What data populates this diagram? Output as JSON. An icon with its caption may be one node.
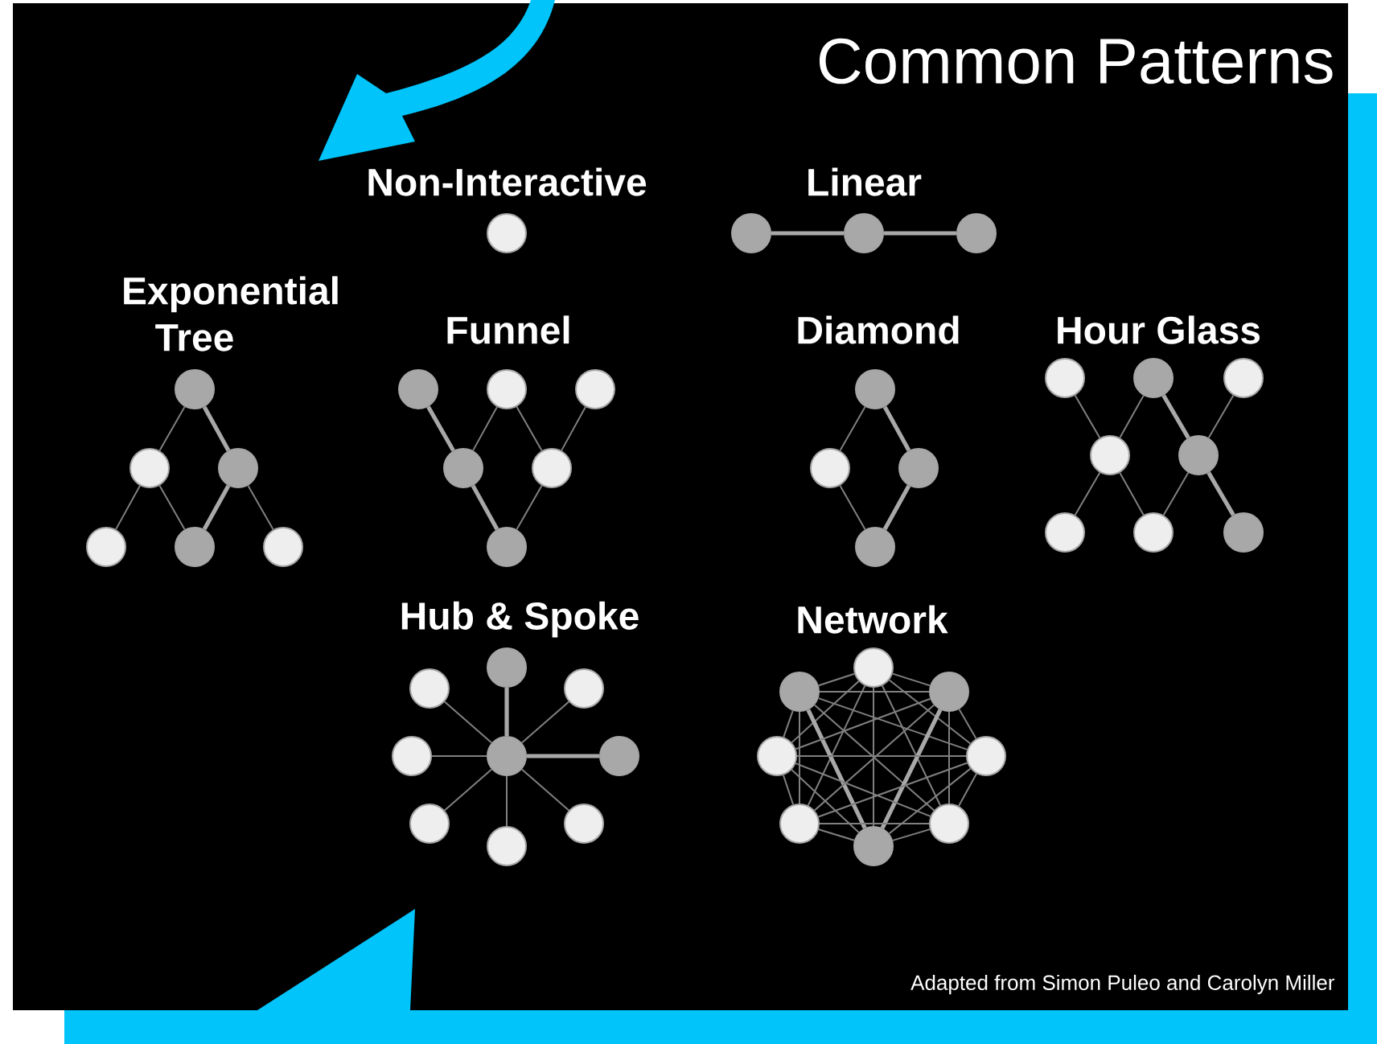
{
  "diagram": {
    "title": "Common Patterns",
    "caption": "Adapted from Simon Puleo and Carolyn Miller",
    "nodes": [
      {
        "text": [],
        "shape": "circle"
      },
      {
        "text": [],
        "shape": "circle"
      },
      {
        "text": [],
        "shape": "circle"
      },
      {
        "text": [],
        "shape": "circle"
      },
      {
        "text": [],
        "shape": "circle"
      },
      {
        "text": [],
        "shape": "circle"
      },
      {
        "text": [],
        "shape": "circle"
      },
      {
        "text": [],
        "shape": "circle"
      },
      {
        "text": [],
        "shape": "circle"
      },
      {
        "text": [],
        "shape": "circle"
      },
      {
        "text": [],
        "shape": "circle"
      },
      {
        "text": [],
        "shape": "circle"
      },
      {
        "text": [],
        "shape": "circle"
      },
      {
        "text": [],
        "shape": "circle"
      },
      {
        "text": [],
        "shape": "circle"
      },
      {
        "text": [],
        "shape": "circle"
      },
      {
        "text": [],
        "shape": "circle"
      },
      {
        "text": [],
        "shape": "circle"
      },
      {
        "text": [],
        "shape": "circle"
      },
      {
        "text": [],
        "shape": "circle"
      },
      {
        "text": [],
        "shape": "circle"
      },
      {
        "text": [],
        "shape": "circle"
      },
      {
        "text": [],
        "shape": "circle"
      },
      {
        "text": [],
        "shape": "circle"
      },
      {
        "text": [],
        "shape": "circle"
      },
      {
        "text": [],
        "shape": "circle"
      },
      {
        "text": [],
        "shape": "circle"
      },
      {
        "text": [],
        "shape": "circle"
      },
      {
        "text": [],
        "shape": "circle"
      },
      {
        "text": [],
        "shape": "circle"
      },
      {
        "text": [],
        "shape": "circle"
      },
      {
        "text": [],
        "shape": "circle"
      },
      {
        "text": [],
        "shape": "circle"
      },
      {
        "text": [],
        "shape": "circle"
      },
      {
        "text": [],
        "shape": "circle"
      },
      {
        "text": [],
        "shape": "circle"
      },
      {
        "text": [],
        "shape": "circle"
      },
      {
        "text": [],
        "shape": "circle"
      },
      {
        "text": [],
        "shape": "circle"
      },
      {
        "text": [],
        "shape": "circle"
      },
      {
        "text": [],
        "shape": "circle"
      },
      {
        "text": [],
        "shape": "circle"
      },
      {
        "text": [],
        "shape": "circle"
      },
      {
        "text": [],
        "shape": "circle"
      },
      {
        "text": [],
        "shape": "circle"
      }
    ],
    "edges": [
      {
        "from": 1,
        "to": 2,
        "arrow": "none",
        "style": "thick"
      },
      {
        "from": 2,
        "to": 3,
        "arrow": "none",
        "style": "thick"
      },
      {
        "from": 4,
        "to": 5,
        "arrow": "none"
      },
      {
        "from": 4,
        "to": 6,
        "arrow": "none",
        "style": "thick"
      },
      {
        "from": 5,
        "to": 7,
        "arrow": "none"
      },
      {
        "from": 5,
        "to": 8,
        "arrow": "none"
      },
      {
        "from": 6,
        "to": 8,
        "arrow": "none",
        "style": "thick"
      },
      {
        "from": 6,
        "to": 9,
        "arrow": "none"
      },
      {
        "from": 10,
        "to": 13,
        "arrow": "none",
        "style": "thick"
      },
      {
        "from": 11,
        "to": 13,
        "arrow": "none"
      },
      {
        "from": 11,
        "to": 14,
        "arrow": "none"
      },
      {
        "from": 12,
        "to": 14,
        "arrow": "none"
      },
      {
        "from": 13,
        "to": 15,
        "arrow": "none",
        "style": "thick"
      },
      {
        "from": 14,
        "to": 15,
        "arrow": "none"
      },
      {
        "from": 16,
        "to": 17,
        "arrow": "none"
      },
      {
        "from": 16,
        "to": 18,
        "arrow": "none",
        "style": "thick"
      },
      {
        "from": 17,
        "to": 19,
        "arrow": "none"
      },
      {
        "from": 18,
        "to": 19,
        "arrow": "none",
        "style": "thick"
      },
      {
        "from": 20,
        "to": 23,
        "arrow": "none"
      },
      {
        "from": 21,
        "to": 23,
        "arrow": "none"
      },
      {
        "from": 21,
        "to": 24,
        "arrow": "none",
        "style": "thick"
      },
      {
        "from": 22,
        "to": 24,
        "arrow": "none"
      },
      {
        "from": 23,
        "to": 25,
        "arrow": "none"
      },
      {
        "from": 23,
        "to": 26,
        "arrow": "none"
      },
      {
        "from": 24,
        "to": 26,
        "arrow": "none"
      },
      {
        "from": 24,
        "to": 27,
        "arrow": "none",
        "style": "thick"
      },
      {
        "from": 32,
        "to": 28,
        "arrow": "none",
        "style": "thick"
      },
      {
        "from": 32,
        "to": 29,
        "arrow": "none"
      },
      {
        "from": 32,
        "to": 30,
        "arrow": "none"
      },
      {
        "from": 32,
        "to": 31,
        "arrow": "none"
      },
      {
        "from": 32,
        "to": 33,
        "arrow": "none",
        "style": "thick"
      },
      {
        "from": 32,
        "to": 34,
        "arrow": "none"
      },
      {
        "from": 32,
        "to": 35,
        "arrow": "none"
      },
      {
        "from": 32,
        "to": 36,
        "arrow": "none"
      },
      {
        "from": 37,
        "to": 38,
        "arrow": "none"
      },
      {
        "from": 37,
        "to": 39,
        "arrow": "none"
      },
      {
        "from": 37,
        "to": 40,
        "arrow": "none"
      },
      {
        "from": 37,
        "to": 41,
        "arrow": "none"
      },
      {
        "from": 37,
        "to": 42,
        "arrow": "none"
      },
      {
        "from": 37,
        "to": 43,
        "arrow": "none"
      },
      {
        "from": 37,
        "to": 44,
        "arrow": "none"
      },
      {
        "from": 38,
        "to": 39,
        "arrow": "none"
      },
      {
        "from": 38,
        "to": 40,
        "arrow": "none"
      },
      {
        "from": 38,
        "to": 41,
        "arrow": "none"
      },
      {
        "from": 38,
        "to": 42,
        "arrow": "none"
      },
      {
        "from": 38,
        "to": 43,
        "arrow": "none"
      },
      {
        "from": 38,
        "to": 44,
        "arrow": "none",
        "style": "thick"
      },
      {
        "from": 39,
        "to": 40,
        "arrow": "none"
      },
      {
        "from": 39,
        "to": 41,
        "arrow": "none"
      },
      {
        "from": 39,
        "to": 42,
        "arrow": "none"
      },
      {
        "from": 39,
        "to": 43,
        "arrow": "none"
      },
      {
        "from": 39,
        "to": 44,
        "arrow": "none",
        "style": "thick"
      },
      {
        "from": 40,
        "to": 41,
        "arrow": "none"
      },
      {
        "from": 40,
        "to": 42,
        "arrow": "none"
      },
      {
        "from": 40,
        "to": 43,
        "arrow": "none"
      },
      {
        "from": 40,
        "to": 44,
        "arrow": "none"
      },
      {
        "from": 41,
        "to": 42,
        "arrow": "none"
      },
      {
        "from": 41,
        "to": 43,
        "arrow": "none"
      },
      {
        "from": 41,
        "to": 44,
        "arrow": "none"
      },
      {
        "from": 42,
        "to": 43,
        "arrow": "none"
      },
      {
        "from": 42,
        "to": 44,
        "arrow": "none"
      },
      {
        "from": 43,
        "to": 44,
        "arrow": "none"
      }
    ],
    "labels": [
      "Non-Interactive",
      "Linear",
      "Exponential Tree",
      "Funnel",
      "Diamond",
      "Hour Glass",
      "Hub & Spoke",
      "Network"
    ]
  }
}
